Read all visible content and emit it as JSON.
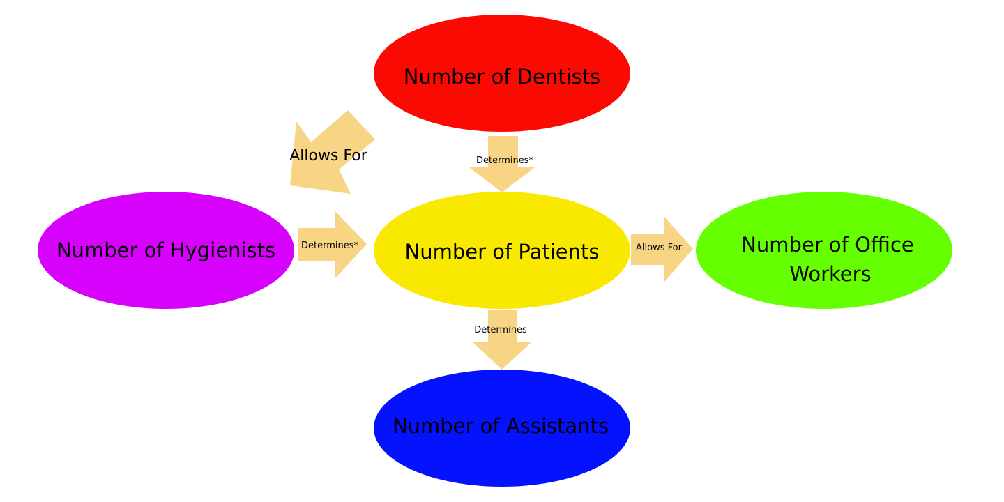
{
  "diagram": {
    "arrow_color": "#f8d585",
    "nodes": [
      {
        "id": "dentists",
        "label": "Number of Dentists",
        "color": "#fa0a02"
      },
      {
        "id": "hygienists",
        "label": "Number of Hygienists",
        "color": "#d602fb"
      },
      {
        "id": "patients",
        "label": "Number of Patients",
        "color": "#f9e901"
      },
      {
        "id": "office",
        "label_lines": [
          "Number of Office",
          "Workers"
        ],
        "color": "#66ff02"
      },
      {
        "id": "assistants",
        "label": "Number of Assistants",
        "color": "#0412fd"
      }
    ],
    "edges": [
      {
        "from": "dentists",
        "to": "patients",
        "label": "Determines*"
      },
      {
        "from": "hygienists",
        "to": "patients",
        "label": "Determines*"
      },
      {
        "from": "patients",
        "to": "office",
        "label": "Allows For"
      },
      {
        "from": "patients",
        "to": "assistants",
        "label": "Determines"
      },
      {
        "from": "dentists",
        "to": "hygienists",
        "label": "Allows For"
      }
    ]
  }
}
